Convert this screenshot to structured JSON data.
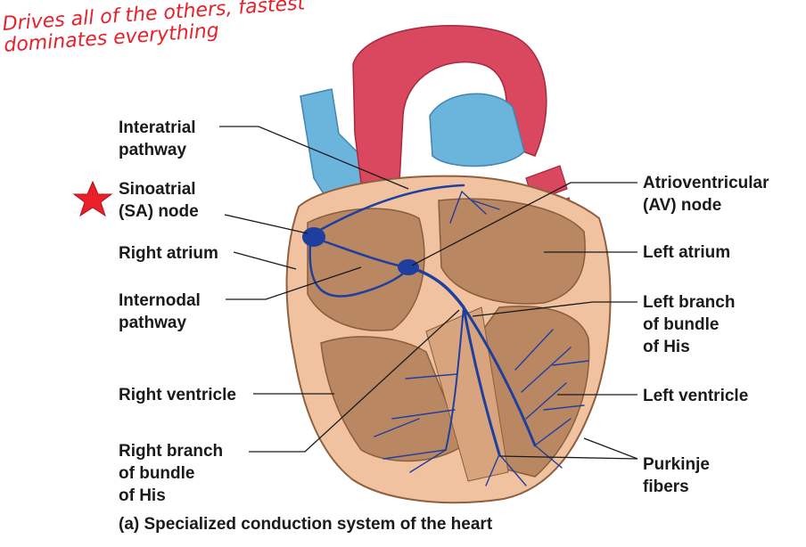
{
  "annotation": {
    "text": "Drives all of the others, fastest\ndominates everything",
    "color": "#e8202a"
  },
  "labels": {
    "interatrial_pathway": "Interatrial\npathway",
    "sa_node": "Sinoatrial\n(SA) node",
    "right_atrium": "Right atrium",
    "internodal_pathway": "Internodal\npathway",
    "right_ventricle": "Right ventricle",
    "right_branch": "Right branch\nof bundle\nof His",
    "av_node": "Atrioventricular\n(AV) node",
    "left_atrium": "Left atrium",
    "left_branch": "Left branch\nof bundle\nof His",
    "left_ventricle": "Left ventricle",
    "purkinje_fibers": "Purkinje\nfibers"
  },
  "caption": "(a) Specialized conduction system of the heart",
  "icons": {
    "star": "star-icon"
  },
  "colors": {
    "aorta": "#d9485f",
    "vena_cava": "#6bb4dc",
    "myocardium": "#f0c29f",
    "chamber": "#b98762",
    "conduction": "#1e3f9e",
    "star": "#e8202a"
  }
}
